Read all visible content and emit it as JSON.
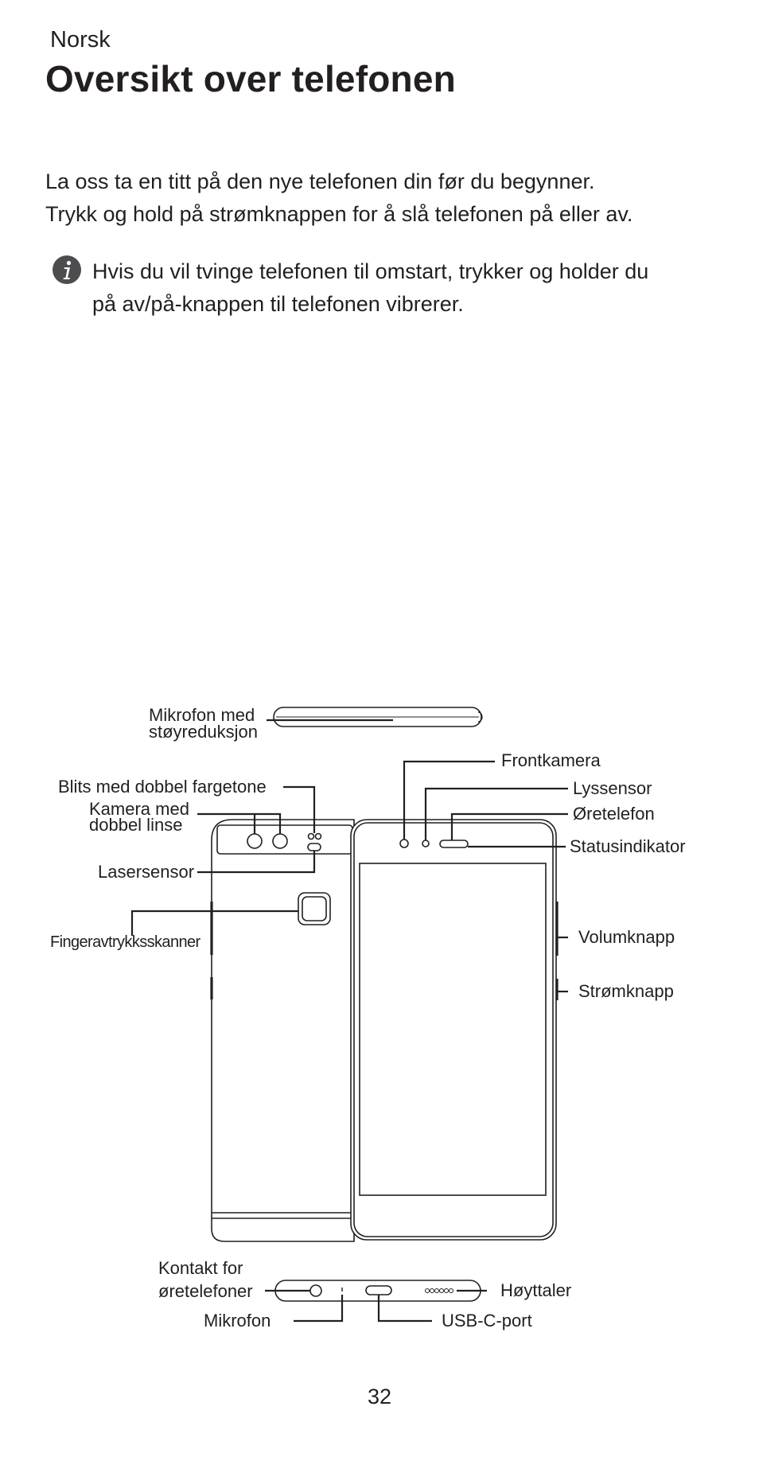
{
  "header": {
    "language": "Norsk",
    "title": "Oversikt over telefonen"
  },
  "intro": {
    "line1": "La oss ta en titt på den nye telefonen din før du begynner.",
    "line2": "Trykk og hold på strømknappen for å slå telefonen på eller av."
  },
  "note": {
    "icon": "info-icon",
    "line1": "Hvis du vil tvinge telefonen til omstart, trykker og holder du",
    "line2": "på av/på-knappen til telefonen vibrerer."
  },
  "diagram": {
    "labels": {
      "noise_mic_1": "Mikrofon med",
      "noise_mic_2": "støyreduksjon",
      "front_camera": "Frontkamera",
      "dual_flash": "Blits med dobbel fargetone",
      "light_sensor": "Lyssensor",
      "dual_camera_1": "Kamera med",
      "dual_camera_2": "dobbel linse",
      "earpiece": "Øretelefon",
      "status_indicator": "Statusindikator",
      "laser_sensor": "Lasersensor",
      "fingerprint": "Fingeravtrykksskanner",
      "volume": "Volumknapp",
      "power": "Strømknapp",
      "headset_jack_1": "Kontakt for",
      "headset_jack_2": "øretelefoner",
      "speaker": "Høyttaler",
      "microphone": "Mikrofon",
      "usb_port": "USB-C-port"
    }
  },
  "footer": {
    "page_number": "32"
  }
}
